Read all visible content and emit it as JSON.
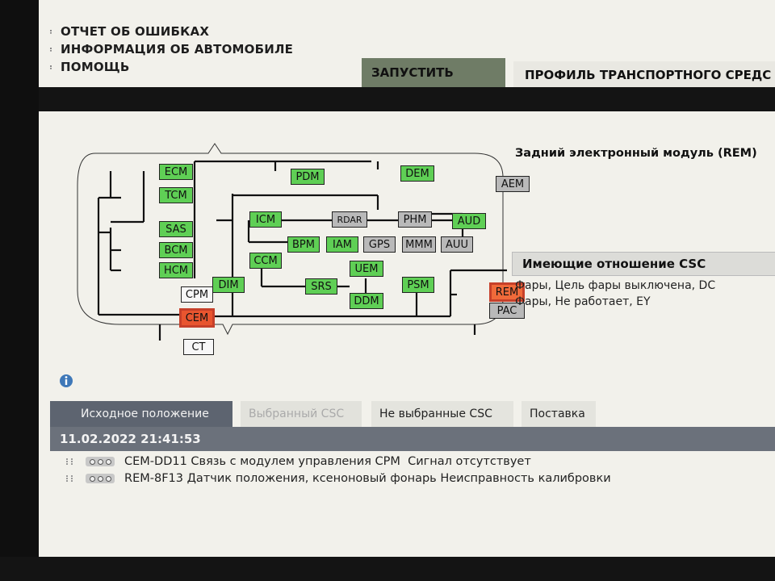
{
  "menu": {
    "items": [
      "ОТЧЕТ ОБ ОШИБКАХ",
      "ИНФОРМАЦИЯ ОБ АВТОМОБИЛЕ",
      "ПОМОЩЬ"
    ]
  },
  "tabs": {
    "start": "ЗАПУСТИТЬ",
    "profile": "ПРОФИЛЬ ТРАНСПОРТНОГО СРЕДС"
  },
  "diagram": {
    "nodes": {
      "ecm": "ECM",
      "tcm": "TCM",
      "sas": "SAS",
      "bcm": "BCM",
      "hcm": "HCM",
      "cpm": "CPM",
      "cem": "CEM",
      "ct": "CT",
      "dim": "DIM",
      "pdm": "PDM",
      "dem": "DEM",
      "aem": "AEM",
      "icm": "ICM",
      "rdar": "RDAR",
      "phm": "PHM",
      "aud": "AUD",
      "bpm": "BPM",
      "iam": "IAM",
      "gps": "GPS",
      "mmm": "MMM",
      "auu": "AUU",
      "ccm": "CCM",
      "uem": "UEM",
      "srs": "SRS",
      "psm": "PSM",
      "ddm": "DDM",
      "rem": "REM",
      "pac": "PAC"
    }
  },
  "module_info": {
    "title": "Задний электронный модуль (REM)"
  },
  "csc": {
    "header": "Имеющие отношение CSC",
    "items": [
      "Фары, Цель фары выключена, DC",
      "Фары, Не работает, EY"
    ]
  },
  "bottom_tabs": {
    "initial": "Исходное положение",
    "selected": "Выбранный CSC",
    "not_selected": "Не выбранные CSC",
    "delivery": "Поставка"
  },
  "session": {
    "timestamp": "11.02.2022 21:41:53"
  },
  "dtcs": [
    {
      "text": "CEM-DD11 Связь с модулем управления CPM  Сигнал отсутствует"
    },
    {
      "text": "REM-8F13 Датчик положения, ксеноновый фонарь Неисправность калибровки"
    }
  ],
  "colors": {
    "ok_module": "#5fcf55",
    "no_data_module": "#b9b9b9",
    "fault_module": "#e8552f",
    "tab_active": "#6f7c66"
  },
  "icons": {
    "info": "info-icon",
    "cursor": "mouse-pointer-icon"
  }
}
